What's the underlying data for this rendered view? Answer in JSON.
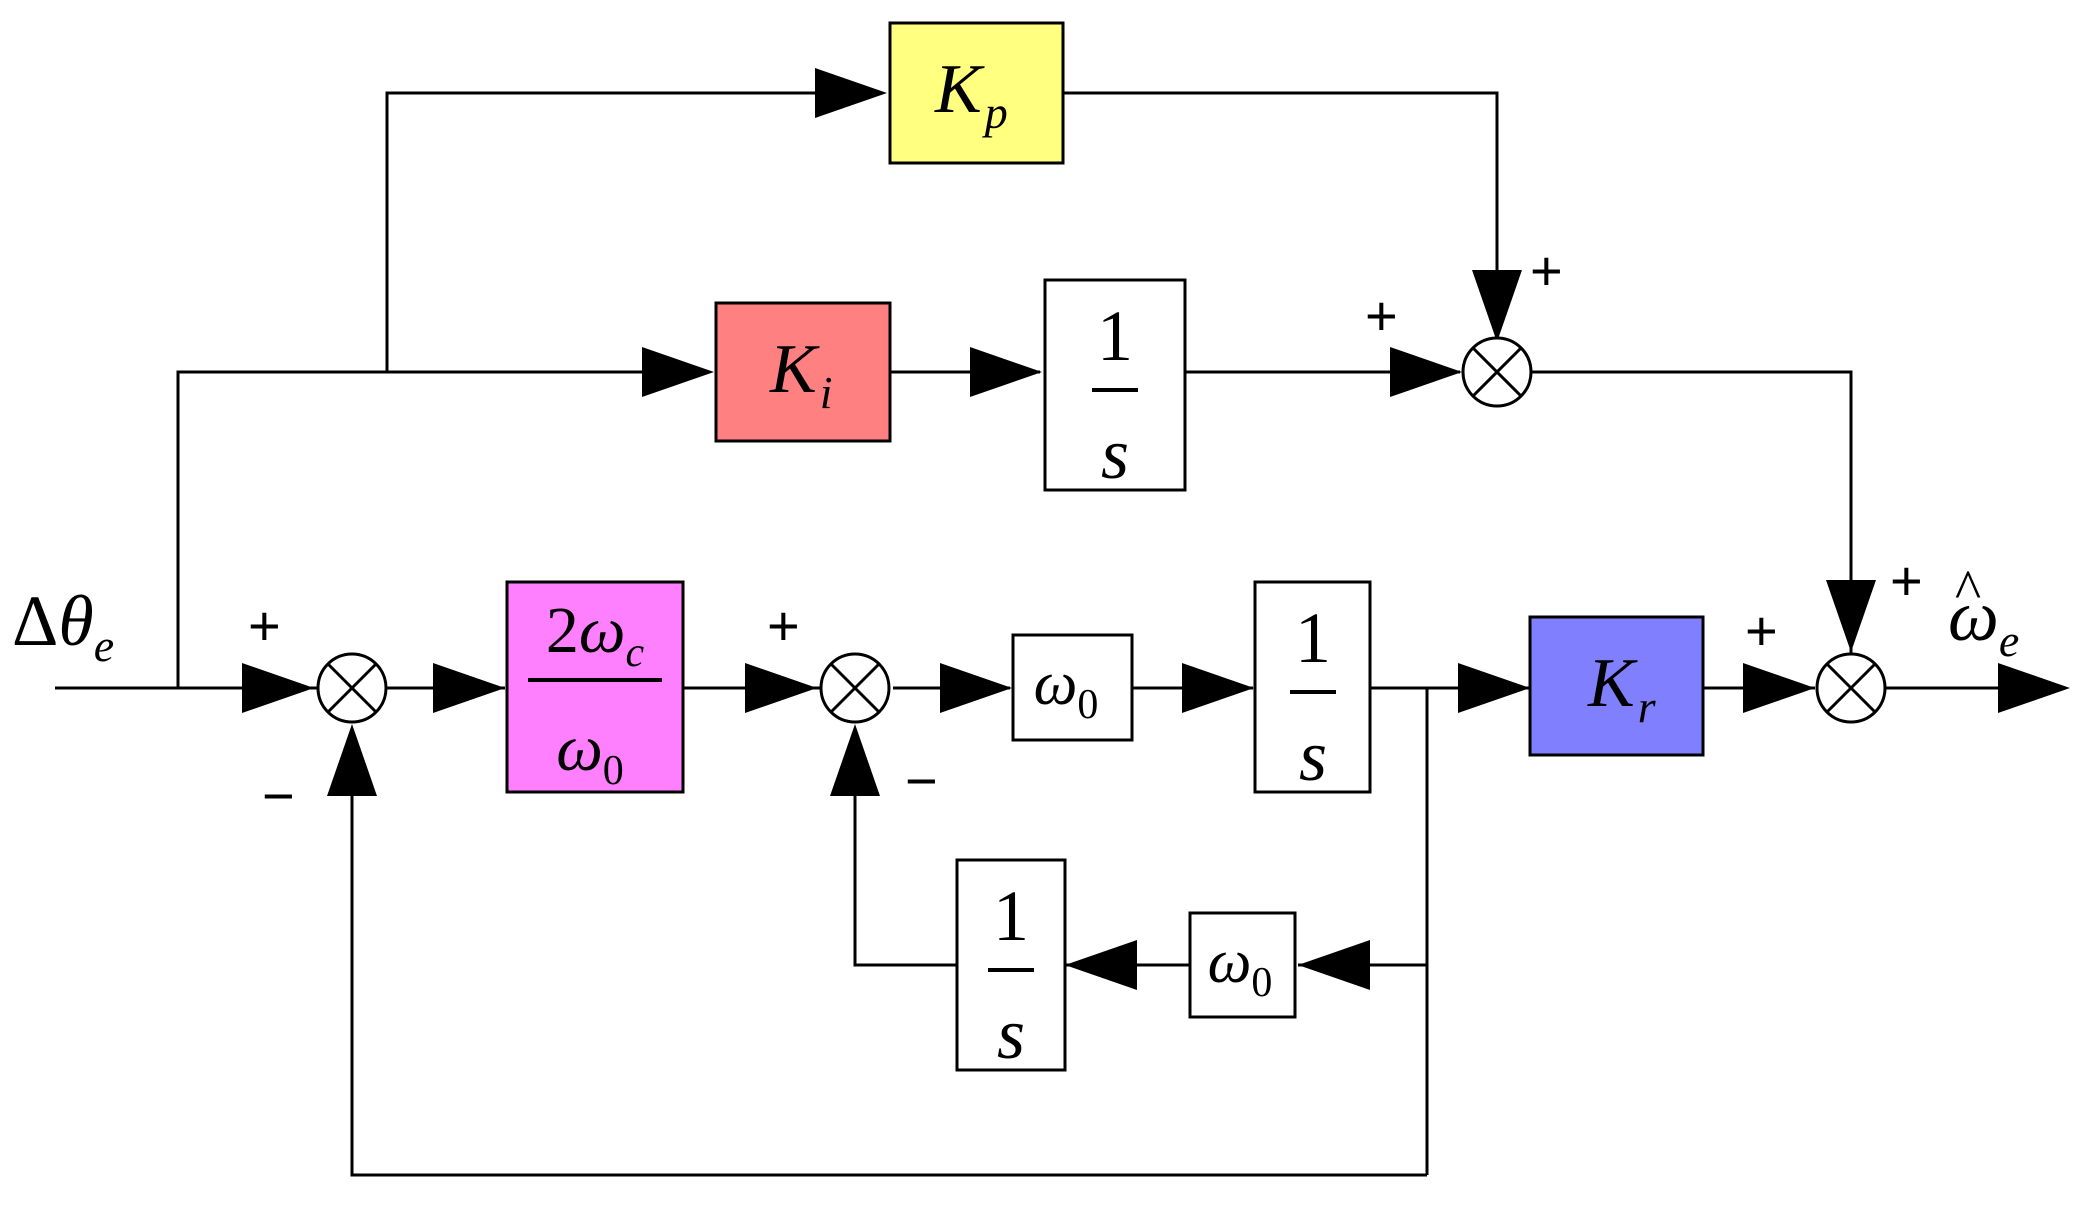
{
  "input": {
    "delta": "Δ",
    "symbol": "θ",
    "subscript": "e"
  },
  "output": {
    "symbol": "ω",
    "hat": "^",
    "subscript": "e"
  },
  "blocks": {
    "kp": {
      "symbol": "K",
      "subscript": "p",
      "color": "#FFFF80"
    },
    "ki": {
      "symbol": "K",
      "subscript": "i",
      "color": "#FF8080"
    },
    "kr": {
      "symbol": "K",
      "subscript": "r",
      "color": "#8080FF"
    },
    "gain": {
      "num_coef": "2",
      "num_symbol": "ω",
      "num_subscript": "c",
      "den_symbol": "ω",
      "den_subscript": "0",
      "color": "#FF80FF"
    },
    "omega0_forward": {
      "symbol": "ω",
      "subscript": "0"
    },
    "omega0_feedback": {
      "symbol": "ω",
      "subscript": "0"
    },
    "integrator_pi": {
      "numerator": "1",
      "denominator": "s"
    },
    "integrator_forward": {
      "numerator": "1",
      "denominator": "s"
    },
    "integrator_feedback": {
      "numerator": "1",
      "denominator": "s"
    }
  },
  "signs": {
    "sum1_plus": "+",
    "sum1_minus": "−",
    "sum2_plus": "+",
    "sum2_minus": "−",
    "sum3_left_plus": "+",
    "sum3_top_plus": "+",
    "sum4_left_plus": "+",
    "sum4_top_plus": "+"
  },
  "colors": {
    "line": "#000000",
    "box_default": "#FFFFFF"
  }
}
